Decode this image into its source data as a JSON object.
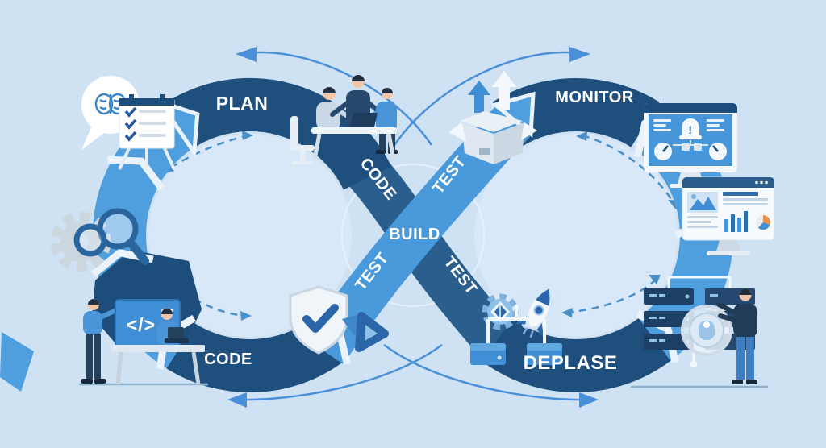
{
  "diagram": {
    "kind": "devops-infinity-loop-illustration",
    "background_color": "#cfe2f4",
    "colors": {
      "ring_light_blue": "#4f9edd",
      "ring_dark_navy": "#1e4f7d",
      "ribbon_dark": "#2a5e8c",
      "ribbon_light": "#4a9adb",
      "swoosh_arrow": "#4a90d9",
      "dashed_arrow": "#4a8fc7",
      "label_text": "#ffffff"
    },
    "labels": {
      "plan": "PLAN",
      "monitor": "MONITOR",
      "code_arc": "CODE",
      "deploy_arc": "DEPLASE",
      "ribbon_code": "CODE",
      "ribbon_build": "BUILD",
      "ribbon_test_upper": "TEST",
      "ribbon_test_lower_left": "TEST",
      "ribbon_test_lower_right": "TEST",
      "code_symbol": "</>",
      "alert_glyph": "!"
    },
    "icons": [
      "speech-bubble-brain-icon",
      "checklist-easel-icon",
      "gear-magnifier-icon",
      "code-board-team-icon",
      "planning-meeting-icon",
      "release-box-icon",
      "alert-monitor-icon",
      "analytics-dashboard-icon",
      "server-rack-maintenance-icon",
      "shield-check-icon",
      "bug-badge-icon",
      "package-gear-icon",
      "rocket-icon",
      "network-devices-icon"
    ]
  }
}
